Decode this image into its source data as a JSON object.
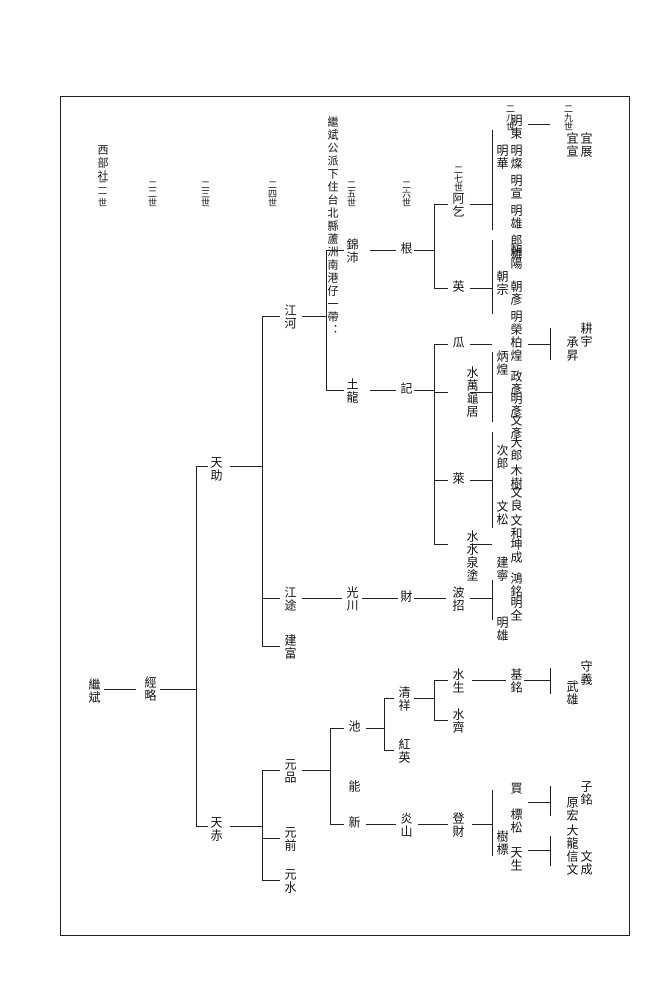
{
  "header": {
    "line1": "繼斌公派下住台北縣蘆洲南港仔一帶：",
    "line2": "西部社"
  },
  "generations": [
    "二一世",
    "二二世",
    "二三世",
    "二四世",
    "二五世",
    "二六世",
    "二七世",
    "二八世",
    "二九世"
  ],
  "people": {
    "p1": "繼斌",
    "p2": "經略",
    "p3a": "天助",
    "p3b": "天赤",
    "p4a": "江河",
    "p4b": "江途",
    "p4c": "建富",
    "p4d": "元品",
    "p4e": "元前",
    "p4f": "元水",
    "p5a": "錦沛",
    "p5b": "土龍",
    "p5c": "光川",
    "p5d": "池",
    "p5e": "能",
    "p5f": "新",
    "p6a": "根",
    "p6b": "記",
    "p6c": "財",
    "p6d": "清祥",
    "p6e": "紅英",
    "p6f": "炎山",
    "p7a": "阿乞",
    "p7b": "英",
    "p7c": "瓜",
    "p7d": "水萬龜居",
    "p7e": "萊",
    "p7f": "水水泉塗",
    "p7g": "波招",
    "p7h": "水生",
    "p7i": "水齊",
    "p7j": "登財",
    "p8a": "明東",
    "p8b": "明華",
    "p8c": "明燦",
    "p8d": "明宣",
    "p8e": "明雄",
    "p8f": "郎雄",
    "p8g": "朝陽",
    "p8h": "朝宗",
    "p8i": "朝彥",
    "p8j": "明榮",
    "p8k": "柏煌",
    "p8l": "炳煌",
    "p8m": "政彥",
    "p8n": "明彥",
    "p8o": "文彥",
    "p8p": "大郎",
    "p8q": "次郎",
    "p8r": "木樹",
    "p8s": "文良",
    "p8t": "文松",
    "p8u": "文和",
    "p8v": "坤成",
    "p8w": "建寧",
    "p8x": "鴻銘",
    "p8y": "明全",
    "p8z": "明雄",
    "p8aa": "基銘",
    "p8ab": "買",
    "p8ac": "標松",
    "p8ad": "樹標",
    "p8ae": "天生",
    "p9a": "宜宣",
    "p9b": "宜展",
    "p9c": "耕宇",
    "p9d": "承昇",
    "p9e": "守義",
    "p9f": "武雄",
    "p9g": "子銘",
    "p9h": "原宏",
    "p9i": "大龍",
    "p9j": "信文",
    "p9k": "文成"
  }
}
